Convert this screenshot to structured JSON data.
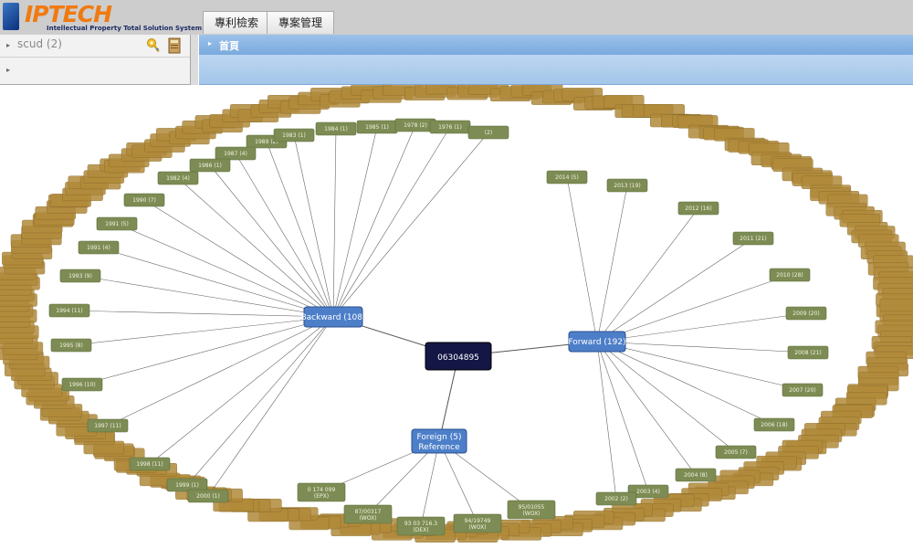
{
  "app": {
    "logo_text": "IPTECH",
    "logo_subtitle": "Intellectual Property Total Solution System"
  },
  "tabs": [
    {
      "label": "專利檢索"
    },
    {
      "label": "專案管理"
    }
  ],
  "sidebar": {
    "project_label": "scud (2)"
  },
  "breadcrumb": {
    "home_label": "首頁"
  },
  "colors": {
    "leaf_green": "#7d8c54",
    "leaf_gold": "#b18a3a",
    "hub_blue": "#4d7fc9",
    "center_navy": "#141645",
    "header_blue": "#9cc2ea"
  },
  "graph": {
    "center": "06304895",
    "hubs": [
      {
        "id": "backward",
        "label": "Backward (108)"
      },
      {
        "id": "forward",
        "label": "Forward (192)"
      },
      {
        "id": "foreign",
        "label": "Foreign (5)",
        "label2": "Reference"
      }
    ],
    "backward_leaves": [
      "1989 (2)",
      "1987 (4)",
      "1986 (1)",
      "1982 (4)",
      "1990 (7)",
      "1991 (5)",
      "1991 (4)",
      "1993 (9)",
      "1994 (11)",
      "1995 (8)",
      "1996 (10)",
      "1997 (11)",
      "1998 (11)",
      "1999 (1)",
      "2000 (1)",
      "1983 (1)",
      "1984 (1)",
      "1985 (1)",
      "1978 (2)",
      "1976 (1)",
      "(2)"
    ],
    "forward_leaves": [
      "2014 (5)",
      "2013 (19)",
      "2012 (16)",
      "2011 (21)",
      "2010 (28)",
      "2009 (20)",
      "2008 (21)",
      "2007 (20)",
      "2006 (18)",
      "2005 (7)",
      "2004 (8)",
      "2003 (4)",
      "2002 (2)"
    ],
    "foreign_leaves": [
      {
        "line1": "0 174 099",
        "line2": "(EPX)"
      },
      {
        "line1": "87/00317",
        "line2": "(WOX)"
      },
      {
        "line1": "93 03 716.3",
        "line2": "(DEX)"
      },
      {
        "line1": "94/19749",
        "line2": "(WOX)"
      },
      {
        "line1": "95/01055",
        "line2": "(WOX)"
      }
    ]
  }
}
